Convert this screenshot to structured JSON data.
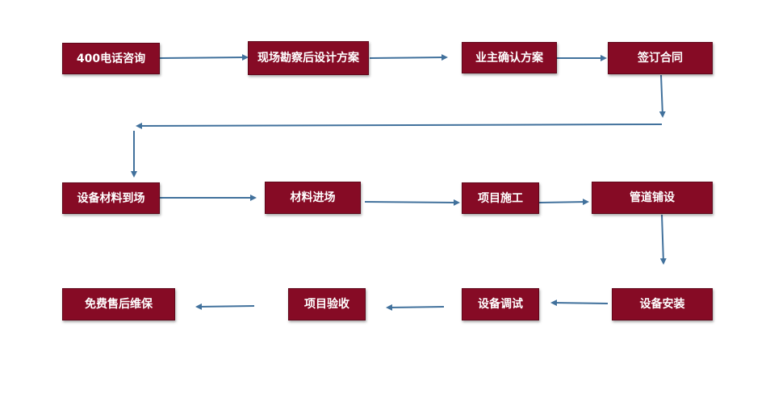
{
  "colors": {
    "box_fill": "#860b25",
    "arrow": "#41719c"
  },
  "steps": [
    {
      "label": "400电话咨询"
    },
    {
      "label": "现场勘察后设计方案"
    },
    {
      "label": "业主确认方案"
    },
    {
      "label": "签订合同"
    },
    {
      "label": "设备材料到场"
    },
    {
      "label": "材料进场"
    },
    {
      "label": "项目施工"
    },
    {
      "label": "管道铺设"
    },
    {
      "label": "设备安装"
    },
    {
      "label": "设备调试"
    },
    {
      "label": "项目验收"
    },
    {
      "label": "免费售后维保"
    }
  ]
}
